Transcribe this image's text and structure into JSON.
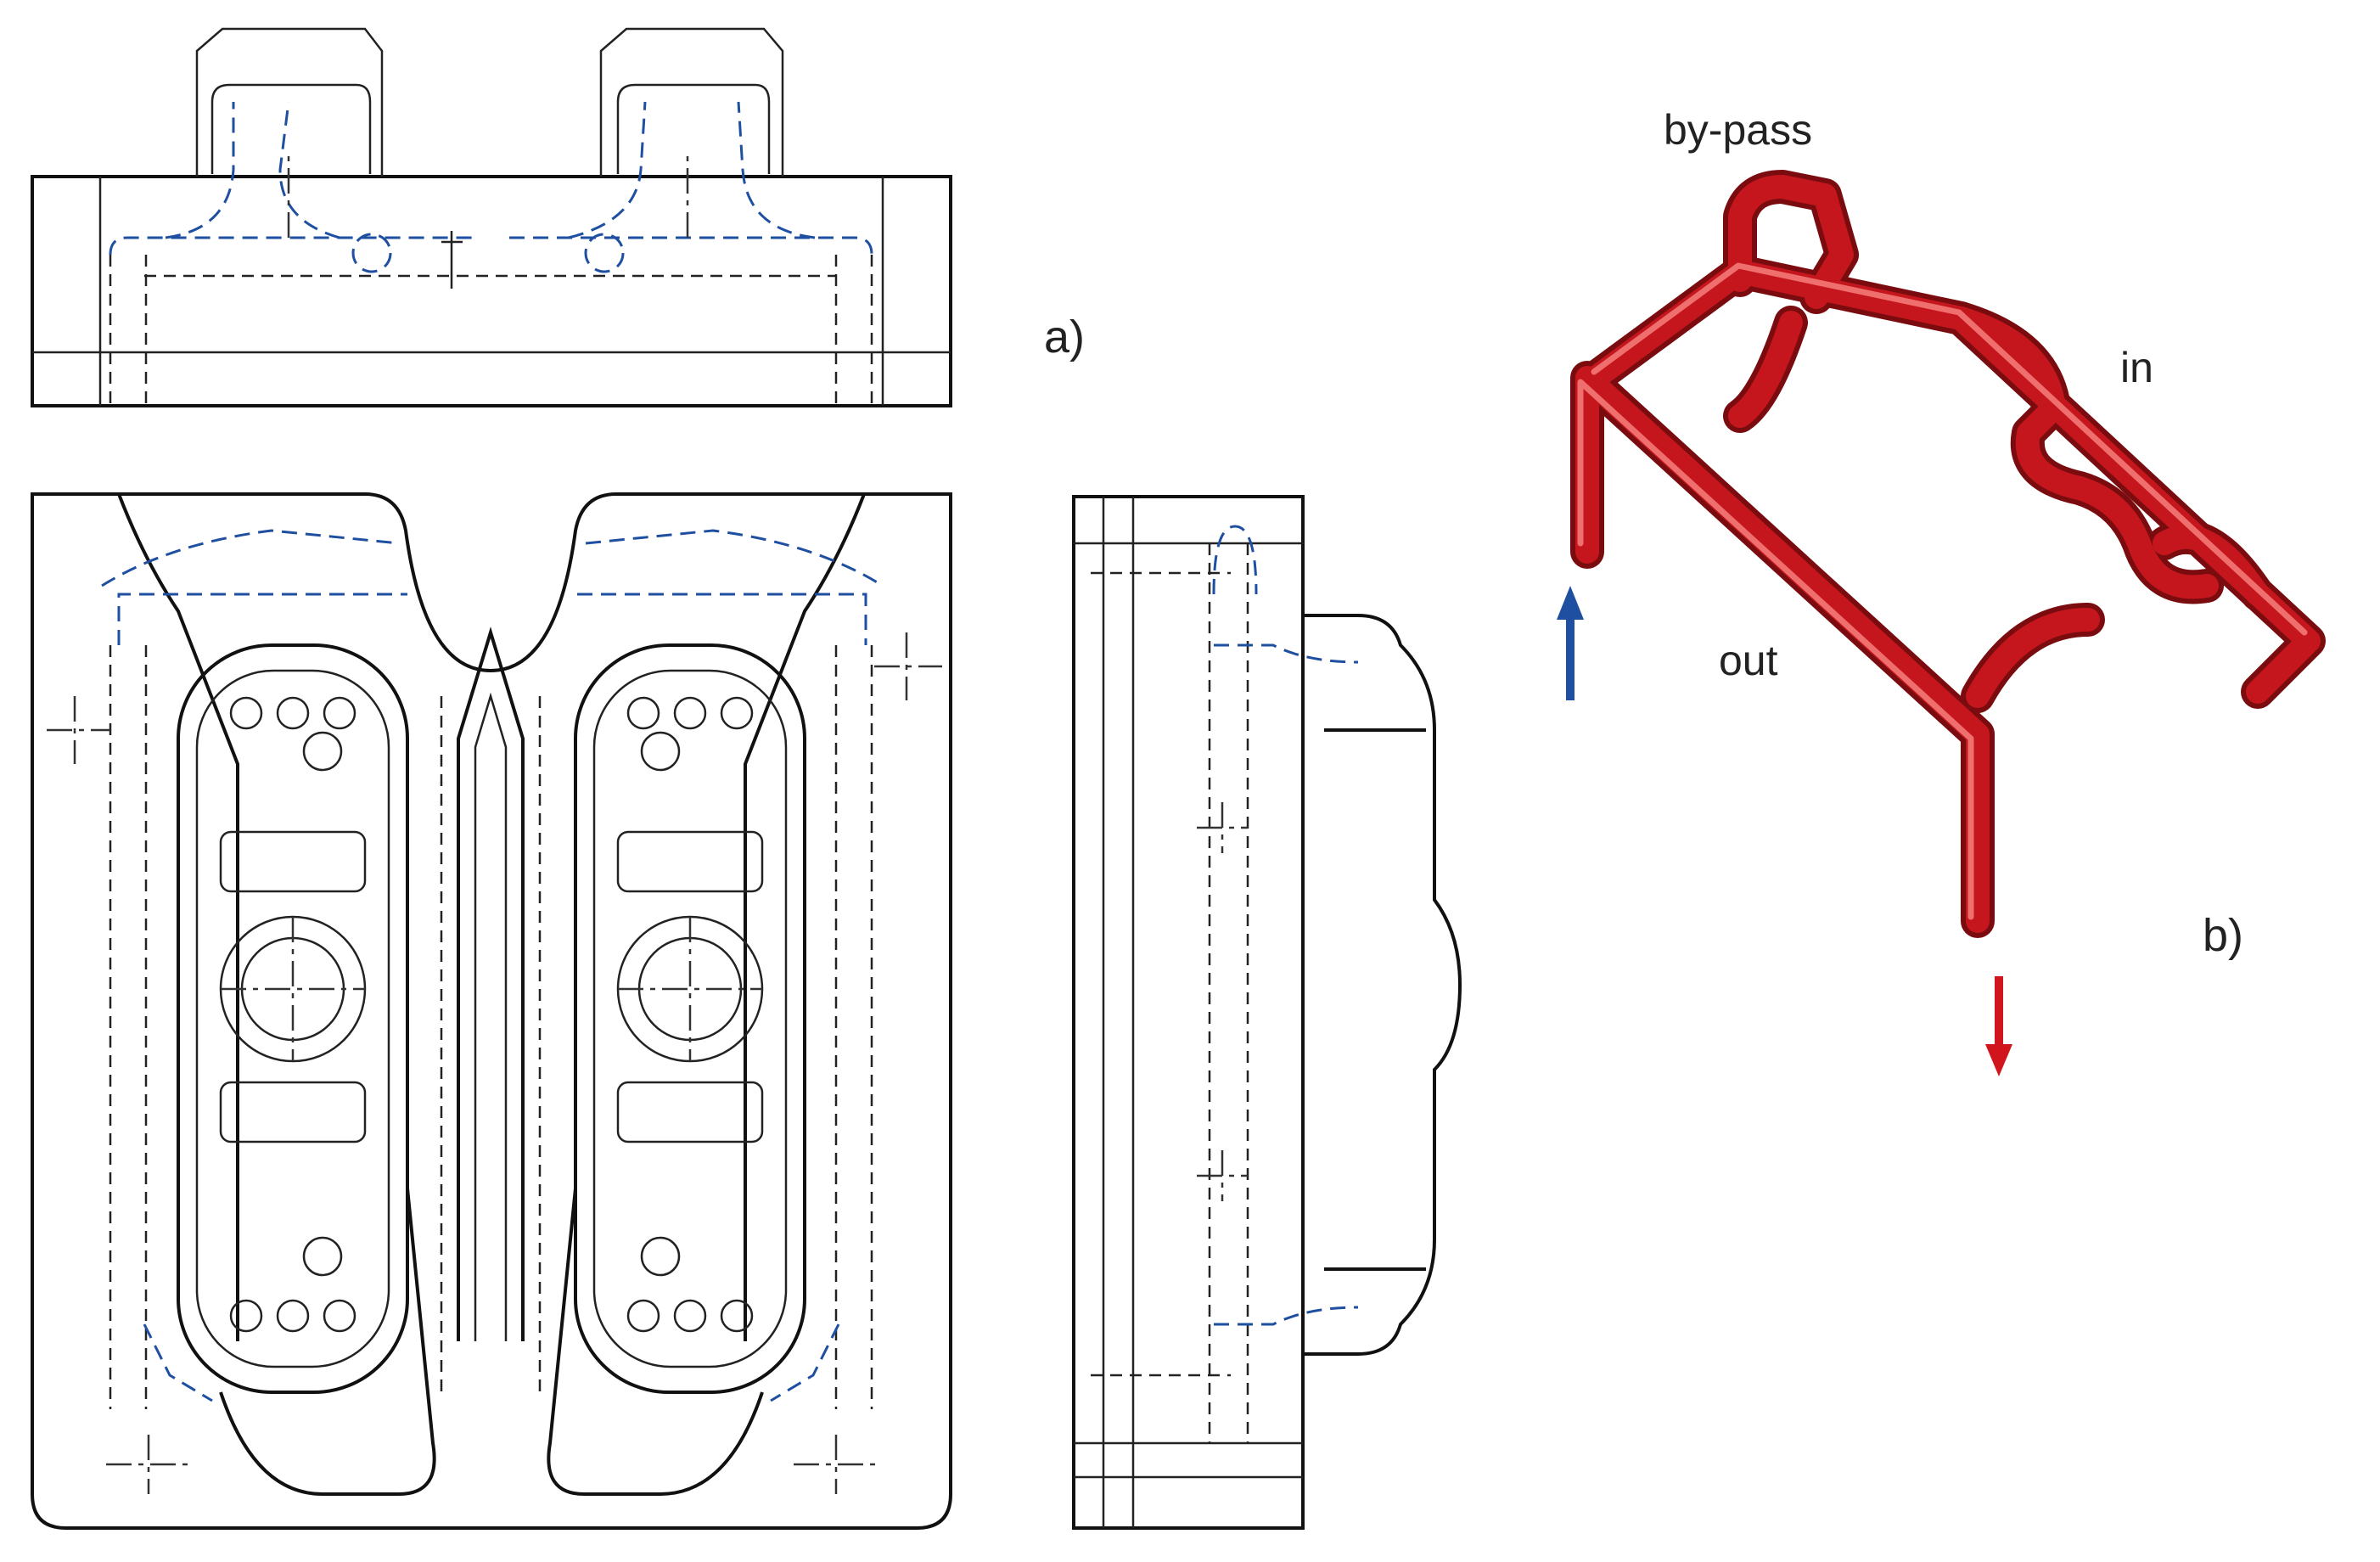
{
  "labels": {
    "part_a": "a)",
    "part_b": "b)",
    "bypass": "by-pass",
    "inlet": "in",
    "outlet": "out"
  },
  "colors": {
    "drawing_line": "#111111",
    "cooling_channel_hidden": "#1f4fa0",
    "channel_3d": "#c4161c",
    "arrow_in": "#1f4fa0",
    "arrow_out": "#d0161c"
  },
  "icons": {
    "flow_in": "arrow-up",
    "flow_out": "arrow-down"
  }
}
